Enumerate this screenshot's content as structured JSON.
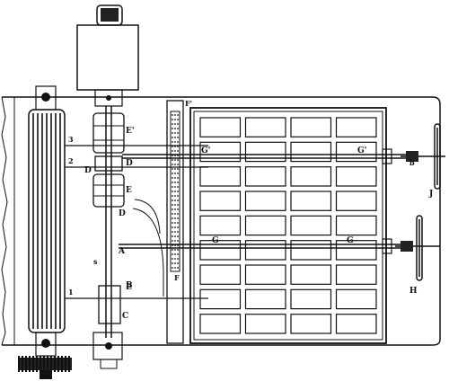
{
  "labels": {
    "A": "A",
    "s": "s",
    "B": "B",
    "C": "C",
    "D_upper": "D",
    "D_mid": "D",
    "D_lower": "D",
    "E_upper": "E'",
    "E_mid": "E",
    "E_lower": "E",
    "F_top": "F'",
    "F_bottom": "F",
    "G_upper_left": "G'",
    "G_upper_right": "G'",
    "G_lower_left": "G",
    "G_lower_right": "G",
    "H": "H",
    "J": "J",
    "b": "b",
    "n1": "1",
    "n2": "2",
    "n3": "3"
  },
  "grid": {
    "rows": 9,
    "cols": 4
  }
}
